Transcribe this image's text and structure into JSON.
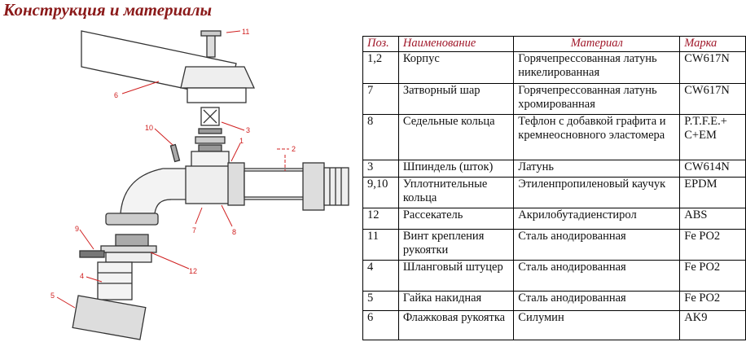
{
  "title": "Конструкция и материалы",
  "colors": {
    "title": "#8b1a1a",
    "header": "#a0182a",
    "callout": "#d02020"
  },
  "diagram": {
    "callouts": [
      "1",
      "2",
      "3",
      "4",
      "5",
      "6",
      "7",
      "8",
      "9",
      "10",
      "11",
      "12"
    ]
  },
  "table": {
    "headers": {
      "pos": "Поз.",
      "name": "Наименование",
      "material": "Материал",
      "grade": "Марка"
    },
    "rows": [
      {
        "pos": "1,2",
        "name": "Корпус",
        "material": "Горячепрессованная латунь никелированная",
        "grade": "CW617N"
      },
      {
        "pos": "7",
        "name": "Затворный шар",
        "material": "Горячепрессованная латунь хромированная",
        "grade": "CW617N"
      },
      {
        "pos": "8",
        "name": "Седельные кольца",
        "material": "Тефлон с добавкой графита и кремнеосновного эластомера",
        "grade": "P.T.F.E.+ C+EM"
      },
      {
        "pos": "3",
        "name": "Шпиндель (шток)",
        "material": "Латунь",
        "grade": "CW614N"
      },
      {
        "pos": "9,10",
        "name": "Уплотнительные кольца",
        "material": "Этиленпропиленовый каучук",
        "grade": "EPDM"
      },
      {
        "pos": "12",
        "name": "Рассекатель",
        "material": "Акрилобутадиенстирол",
        "grade": "ABS"
      },
      {
        "pos": "11",
        "name": "Винт крепления рукоятки",
        "material": "Сталь анодированная",
        "grade": "Fe PO2"
      },
      {
        "pos": "4",
        "name": "Шланговый штуцер",
        "material": "Сталь анодированная",
        "grade": "Fe PO2"
      },
      {
        "pos": "5",
        "name": "Гайка накидная",
        "material": "Сталь анодированная",
        "grade": "Fe PO2"
      },
      {
        "pos": "6",
        "name": "Флажковая рукоятка",
        "material": "Силумин",
        "grade": "AK9"
      }
    ]
  }
}
